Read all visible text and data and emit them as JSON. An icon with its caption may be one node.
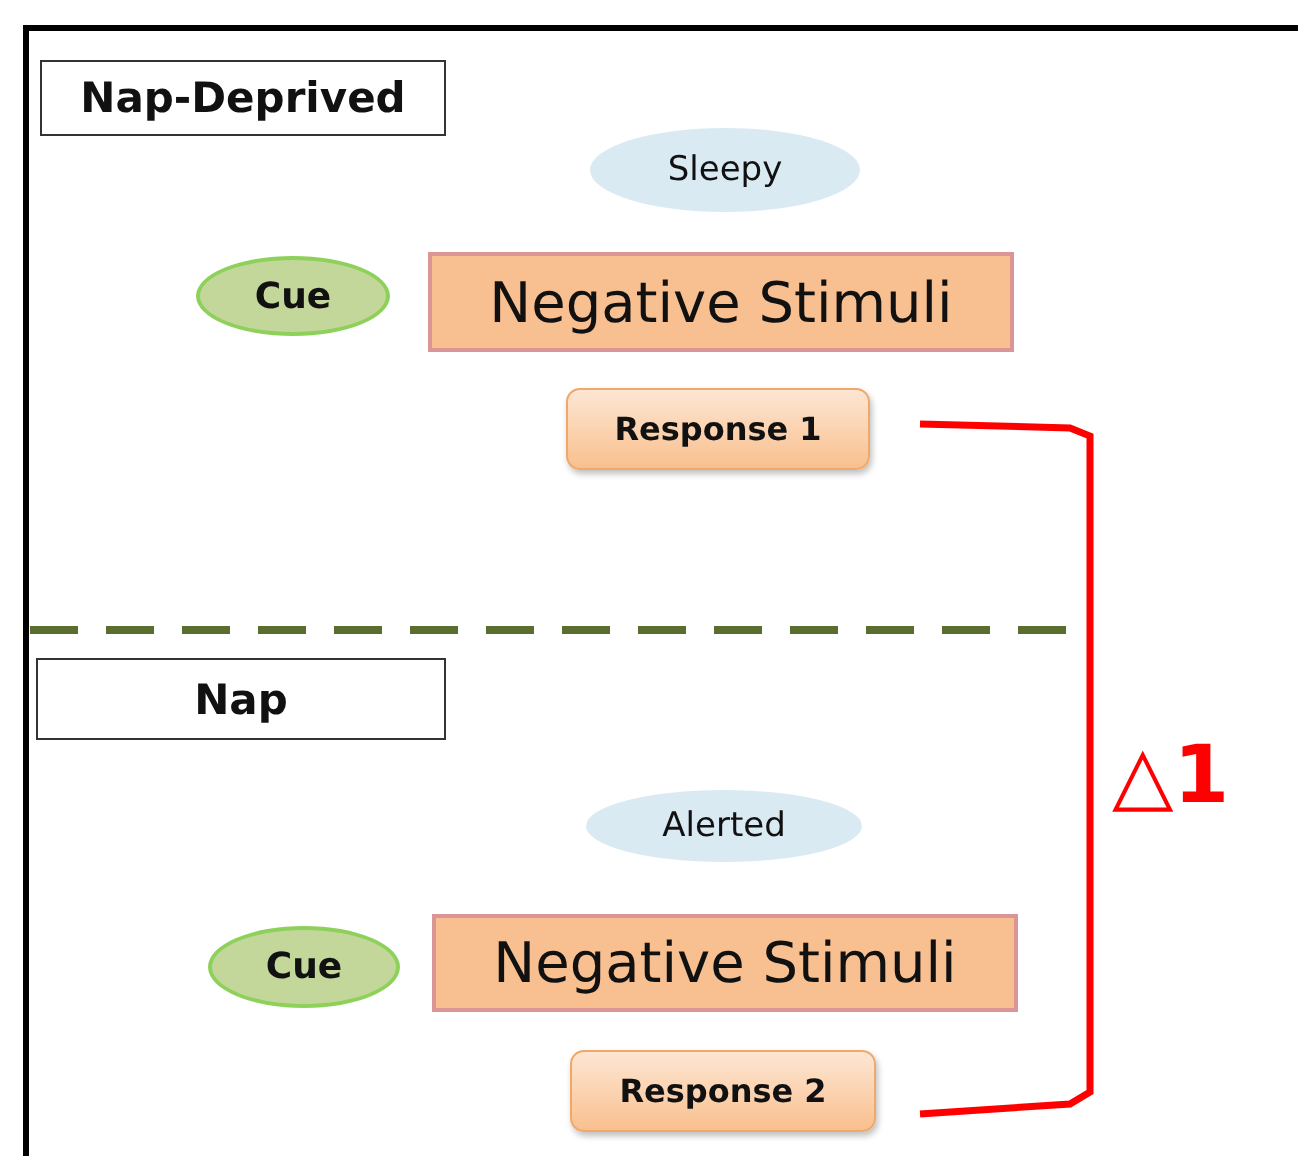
{
  "diagram": {
    "nodes": [
      {
        "text": [
          "Nap-Deprived"
        ]
      },
      {
        "text": [
          "Sleepy"
        ]
      },
      {
        "text": [
          "Cue"
        ]
      },
      {
        "text": [
          "Negative Stimuli"
        ]
      },
      {
        "text": [
          "Response 1"
        ]
      },
      {
        "text": [
          "Nap"
        ]
      },
      {
        "text": [
          "Alerted"
        ]
      },
      {
        "text": [
          "Cue"
        ]
      },
      {
        "text": [
          "Negative Stimuli"
        ]
      },
      {
        "text": [
          "Response 2"
        ]
      }
    ],
    "labels": [
      "△1"
    ]
  }
}
